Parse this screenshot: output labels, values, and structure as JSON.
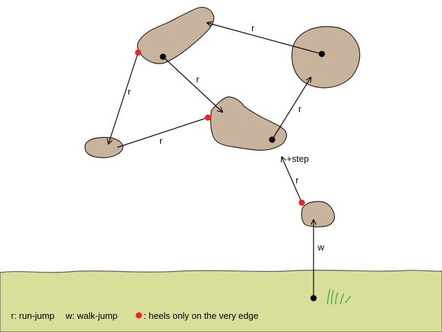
{
  "colors": {
    "sky": "#ffffff",
    "ground": "#d9de98",
    "ground_edge": "#5a5a5a",
    "rock": "#c8b49c",
    "rock_edge": "#222222",
    "arrow": "#000000",
    "player_dot": "#000000",
    "edge_dot": "#ee2222",
    "grass": "#3aa63a"
  },
  "labels": {
    "run": "r",
    "walk": "w",
    "step": "+step"
  },
  "legend": {
    "run_jump": "r: run-jump",
    "walk_jump": "w: walk-jump",
    "edge_note": ": heels only on the very edge"
  }
}
